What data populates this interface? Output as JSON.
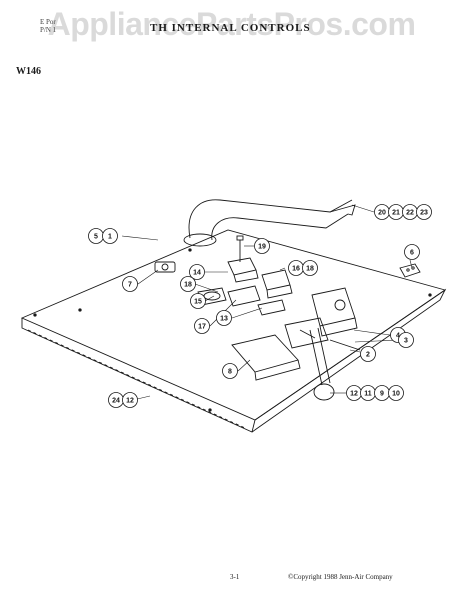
{
  "header": {
    "left_line1": "E Por",
    "left_line2": "P/N 1",
    "title": "TH INTERNAL CONTROLS"
  },
  "watermark": "AppliancePartsPros.com",
  "model": "W146",
  "callouts": [
    {
      "id": "c-5-1",
      "labels": [
        "5",
        "1"
      ]
    },
    {
      "id": "c-20-21-22-23",
      "labels": [
        "20",
        "21",
        "22",
        "23"
      ]
    },
    {
      "id": "c-19",
      "labels": [
        "19"
      ]
    },
    {
      "id": "c-6",
      "labels": [
        "6"
      ]
    },
    {
      "id": "c-7",
      "labels": [
        "7"
      ]
    },
    {
      "id": "c-14",
      "labels": [
        "14"
      ]
    },
    {
      "id": "c-18a",
      "labels": [
        "18"
      ]
    },
    {
      "id": "c-16-18",
      "labels": [
        "16",
        "18"
      ]
    },
    {
      "id": "c-15",
      "labels": [
        "15"
      ]
    },
    {
      "id": "c-17",
      "labels": [
        "17"
      ]
    },
    {
      "id": "c-13",
      "labels": [
        "13"
      ]
    },
    {
      "id": "c-4",
      "labels": [
        "4"
      ]
    },
    {
      "id": "c-3",
      "labels": [
        "3"
      ]
    },
    {
      "id": "c-2",
      "labels": [
        "2"
      ]
    },
    {
      "id": "c-8",
      "labels": [
        "8"
      ]
    },
    {
      "id": "c-12-11-9-10",
      "labels": [
        "12",
        "11",
        "9",
        "10"
      ]
    },
    {
      "id": "c-24-12",
      "labels": [
        "24",
        "12"
      ]
    }
  ],
  "footer": {
    "page": "3-1",
    "copyright": "©Copyright 1988 Jenn-Air Company"
  },
  "colors": {
    "line": "#1a1a1a",
    "background": "#ffffff",
    "watermark": "#969696"
  }
}
